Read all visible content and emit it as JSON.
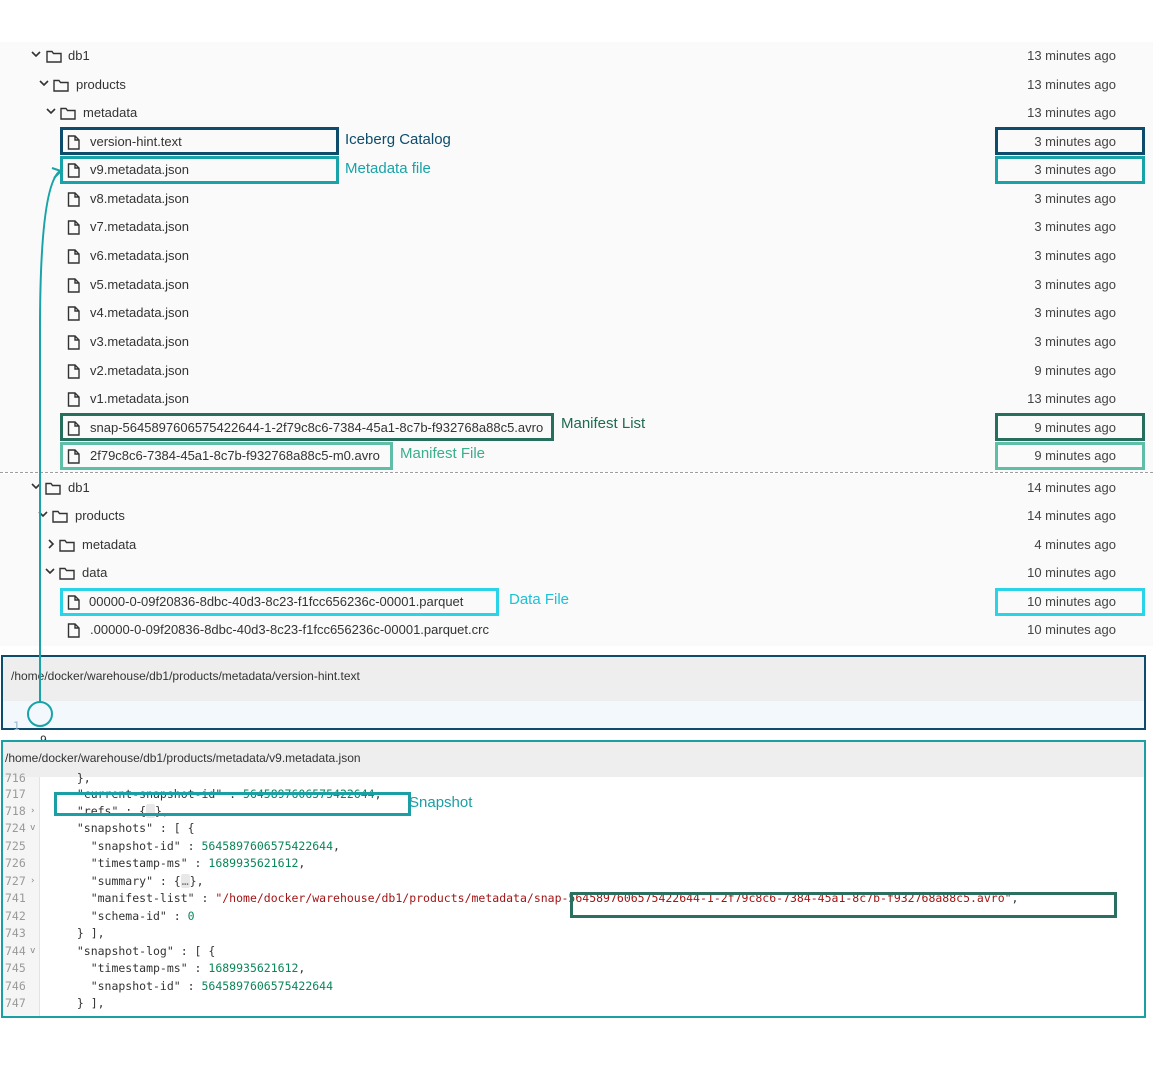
{
  "tree_top": {
    "rows": [
      {
        "name": "db1",
        "time": "13 minutes ago"
      },
      {
        "name": "products",
        "time": "13 minutes ago"
      },
      {
        "name": "metadata",
        "time": "13 minutes ago"
      },
      {
        "name": "version-hint.text",
        "time": "3 minutes ago"
      },
      {
        "name": "v9.metadata.json",
        "time": "3 minutes ago"
      },
      {
        "name": "v8.metadata.json",
        "time": "3 minutes ago"
      },
      {
        "name": "v7.metadata.json",
        "time": "3 minutes ago"
      },
      {
        "name": "v6.metadata.json",
        "time": "3 minutes ago"
      },
      {
        "name": "v5.metadata.json",
        "time": "3 minutes ago"
      },
      {
        "name": "v4.metadata.json",
        "time": "3 minutes ago"
      },
      {
        "name": "v3.metadata.json",
        "time": "3 minutes ago"
      },
      {
        "name": "v2.metadata.json",
        "time": "9 minutes ago"
      },
      {
        "name": "v1.metadata.json",
        "time": "13 minutes ago"
      },
      {
        "name": "snap-5645897606575422644-1-2f79c8c6-7384-45a1-8c7b-f932768a88c5.avro",
        "time": "9 minutes ago"
      },
      {
        "name": "2f79c8c6-7384-45a1-8c7b-f932768a88c5-m0.avro",
        "time": "9 minutes ago"
      }
    ]
  },
  "tree_bottom": {
    "rows": [
      {
        "name": "db1",
        "time": "14 minutes ago"
      },
      {
        "name": "products",
        "time": "14 minutes ago"
      },
      {
        "name": "metadata",
        "time": "4 minutes ago"
      },
      {
        "name": "data",
        "time": "10 minutes ago"
      },
      {
        "name": "00000-0-09f20836-8dbc-40d3-8c23-f1fcc656236c-00001.parquet",
        "time": "10 minutes ago"
      },
      {
        "name": ".00000-0-09f20836-8dbc-40d3-8c23-f1fcc656236c-00001.parquet.crc",
        "time": "10 minutes ago"
      }
    ]
  },
  "annotations": {
    "iceberg_catalog": "Iceberg Catalog",
    "metadata_file": "Metadata file",
    "manifest_list": "Manifest List",
    "manifest_file": "Manifest File",
    "data_file": "Data File",
    "snapshot": "Snapshot"
  },
  "colors": {
    "catalog": "#0d4c6c",
    "metadata": "#17a3a8",
    "manifest_list": "#266f5c",
    "manifest_file": "#5fbfa6",
    "data_file": "#2ad4e8",
    "snapshot": "#1a9fa4"
  },
  "pane_hint": {
    "path": "/home/docker/warehouse/db1/products/metadata/version-hint.text",
    "line_number": "1",
    "content": "9"
  },
  "pane_meta": {
    "path": "/home/docker/warehouse/db1/products/metadata/v9.metadata.json",
    "lines": [
      {
        "n": "716",
        "fold": "",
        "parts": [
          {
            "t": "  },",
            "c": ""
          }
        ]
      },
      {
        "n": "717",
        "fold": "",
        "parts": [
          {
            "t": "  \"current-snapshot-id\" : ",
            "c": ""
          },
          {
            "t": "5645897606575422644",
            "c": "num"
          },
          {
            "t": ",",
            "c": ""
          }
        ]
      },
      {
        "n": "718",
        "fold": "›",
        "parts": [
          {
            "t": "  \"refs\" : {",
            "c": ""
          },
          {
            "t": "…",
            "c": "dots"
          },
          {
            "t": "},",
            "c": ""
          }
        ]
      },
      {
        "n": "724",
        "fold": "v",
        "parts": [
          {
            "t": "  \"snapshots\" : [ {",
            "c": ""
          }
        ]
      },
      {
        "n": "725",
        "fold": "",
        "parts": [
          {
            "t": "    \"snapshot-id\" : ",
            "c": ""
          },
          {
            "t": "5645897606575422644",
            "c": "num"
          },
          {
            "t": ",",
            "c": ""
          }
        ]
      },
      {
        "n": "726",
        "fold": "",
        "parts": [
          {
            "t": "    \"timestamp-ms\" : ",
            "c": ""
          },
          {
            "t": "1689935621612",
            "c": "num"
          },
          {
            "t": ",",
            "c": ""
          }
        ]
      },
      {
        "n": "727",
        "fold": "›",
        "parts": [
          {
            "t": "    \"summary\" : {",
            "c": ""
          },
          {
            "t": "…",
            "c": "dots"
          },
          {
            "t": "},",
            "c": ""
          }
        ]
      },
      {
        "n": "741",
        "fold": "",
        "parts": [
          {
            "t": "    \"manifest-list\" : ",
            "c": ""
          },
          {
            "t": "\"/home/docker/warehouse/db1/products/metadata/snap-5645897606575422644-1-2f79c8c6-7384-45a1-8c7b-f932768a88c5.avro\"",
            "c": "str"
          },
          {
            "t": ",",
            "c": ""
          }
        ]
      },
      {
        "n": "742",
        "fold": "",
        "parts": [
          {
            "t": "    \"schema-id\" : ",
            "c": ""
          },
          {
            "t": "0",
            "c": "num"
          }
        ]
      },
      {
        "n": "743",
        "fold": "",
        "parts": [
          {
            "t": "  } ],",
            "c": ""
          }
        ]
      },
      {
        "n": "744",
        "fold": "v",
        "parts": [
          {
            "t": "  \"snapshot-log\" : [ {",
            "c": ""
          }
        ]
      },
      {
        "n": "745",
        "fold": "",
        "parts": [
          {
            "t": "    \"timestamp-ms\" : ",
            "c": ""
          },
          {
            "t": "1689935621612",
            "c": "num"
          },
          {
            "t": ",",
            "c": ""
          }
        ]
      },
      {
        "n": "746",
        "fold": "",
        "parts": [
          {
            "t": "    \"snapshot-id\" : ",
            "c": ""
          },
          {
            "t": "5645897606575422644",
            "c": "num"
          }
        ]
      },
      {
        "n": "747",
        "fold": "",
        "parts": [
          {
            "t": "  } ],",
            "c": ""
          }
        ]
      }
    ]
  }
}
